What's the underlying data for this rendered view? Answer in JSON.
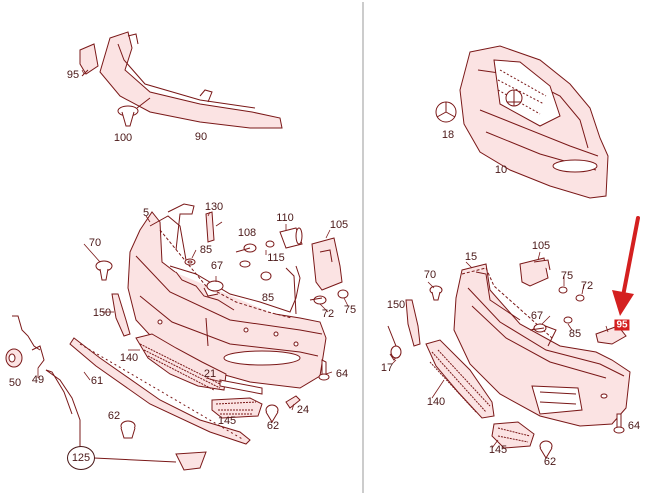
{
  "colors": {
    "line": "#7a1818",
    "fill": "#fbe3e3",
    "label": "#4a1818",
    "highlight": "#d42020"
  },
  "left_panel": {
    "top_parts": {
      "p95": "95",
      "p100": "100",
      "p90": "90"
    },
    "main_parts": {
      "p5": "5",
      "p130": "130",
      "p70": "70",
      "p85a": "85",
      "p108": "108",
      "p110": "110",
      "p105": "105",
      "p67": "67",
      "p115": "115",
      "p85b": "85",
      "p150": "150",
      "p72": "72",
      "p75": "75",
      "p140": "140",
      "p64": "64",
      "p21": "21",
      "p145": "145",
      "p24": "24",
      "p62": "62",
      "p50": "50",
      "p49": "49",
      "p61": "61",
      "p125": "125"
    }
  },
  "right_panel": {
    "top_parts": {
      "p18": "18",
      "p10": "10"
    },
    "main_parts": {
      "p15": "15",
      "p105": "105",
      "p70": "70",
      "p75": "75",
      "p72": "72",
      "p150": "150",
      "p67": "67",
      "p95": "95",
      "p17": "17",
      "p140": "140",
      "p64": "64",
      "p145": "145",
      "p62": "62"
    }
  },
  "highlighted_part": "95"
}
